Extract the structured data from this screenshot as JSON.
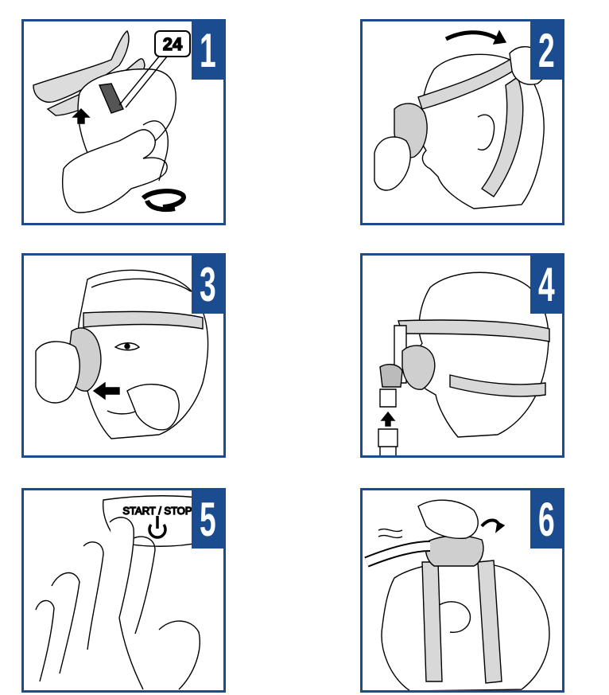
{
  "steps": [
    {
      "number": "1",
      "callout": "24",
      "icon": "headgear-clip-rotate"
    },
    {
      "number": "2",
      "icon": "pull-headgear-over-head"
    },
    {
      "number": "3",
      "icon": "fit-nasal-cushion"
    },
    {
      "number": "4",
      "icon": "connect-hose-to-mask"
    },
    {
      "number": "5",
      "button_label": "START / STOP",
      "icon": "power-icon"
    },
    {
      "number": "6",
      "icon": "adjust-strap-tension"
    }
  ],
  "colors": {
    "frame": "#1a4c8f",
    "badge_text": "#ffffff",
    "line_art": "#000000",
    "shade": "#d8d8d8"
  }
}
